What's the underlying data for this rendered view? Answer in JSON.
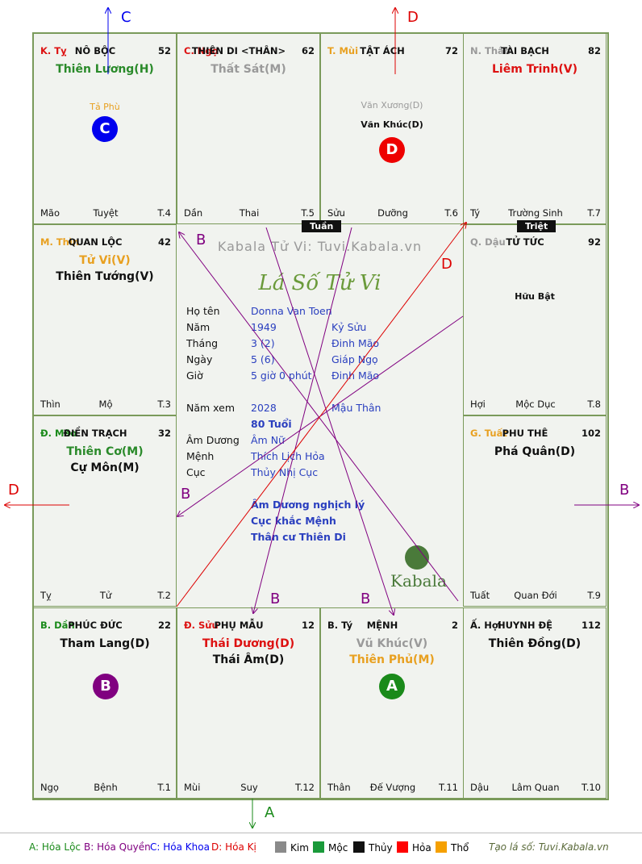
{
  "palaces": [
    {
      "key": "ty",
      "can": "K. Tỵ",
      "name": "NÔ BỘC",
      "num": "52",
      "stars": [
        {
          "t": "Thiên Lương(H)",
          "c": "#2a8a2a"
        }
      ],
      "minor": [
        {
          "t": "Tả Phù",
          "c": "#e8a020"
        }
      ],
      "ftr_l": "Mão",
      "ftr_c": "Tuyệt",
      "ftr_r": "T.4"
    },
    {
      "key": "ngo",
      "can": "C. Ngọ",
      "name": "THIÊN DI <THÂN>",
      "num": "62",
      "stars": [
        {
          "t": "Thất Sát(M)",
          "c": "#9a9a9a"
        }
      ],
      "minor": [],
      "ftr_l": "Dần",
      "ftr_c": "Thai",
      "ftr_r": "T.5"
    },
    {
      "key": "mui",
      "can": "T. Mùi",
      "name": "TẬT ÁCH",
      "num": "72",
      "stars": [],
      "minor": [
        {
          "t": "Văn Xương(D)",
          "c": "#9a9a9a"
        },
        {
          "t": "Văn Khúc(D)",
          "c": "#111111"
        }
      ],
      "ftr_l": "Sửu",
      "ftr_c": "Dưỡng",
      "ftr_r": "T.6"
    },
    {
      "key": "than",
      "can": "N. Thân",
      "name": "TÀI BẠCH",
      "num": "82",
      "stars": [
        {
          "t": "Liêm Trinh(V)",
          "c": "#dd1111"
        }
      ],
      "minor": [],
      "ftr_l": "Tý",
      "ftr_c": "Trường Sinh",
      "ftr_r": "T.7"
    },
    {
      "key": "dau",
      "can": "Q. Dậu",
      "name": "TỬ TỨC",
      "num": "92",
      "stars": [],
      "minor": [
        {
          "t": "Hữu Bật",
          "c": "#111111"
        }
      ],
      "ftr_l": "Hợi",
      "ftr_c": "Mộc Dục",
      "ftr_r": "T.8"
    },
    {
      "key": "tuat",
      "can": "G. Tuất",
      "name": "PHU THÊ",
      "num": "102",
      "stars": [
        {
          "t": "Phá Quân(D)",
          "c": "#111111"
        }
      ],
      "minor": [],
      "ftr_l": "Tuất",
      "ftr_c": "Quan Đới",
      "ftr_r": "T.9"
    },
    {
      "key": "hoi",
      "can": "Ấ. Hợi",
      "name": "HUYNH ĐỆ",
      "num": "112",
      "stars": [
        {
          "t": "Thiên Đồng(D)",
          "c": "#111111"
        }
      ],
      "minor": [],
      "ftr_l": "Dậu",
      "ftr_c": "Lâm Quan",
      "ftr_r": "T.10"
    },
    {
      "key": "tyrat",
      "can": "B. Tý",
      "name": "MỆNH",
      "num": "2",
      "stars": [
        {
          "t": "Vũ Khúc(V)",
          "c": "#9a9a9a"
        },
        {
          "t": "Thiên Phủ(M)",
          "c": "#e8a020"
        }
      ],
      "minor": [],
      "ftr_l": "Thân",
      "ftr_c": "Đế Vượng",
      "ftr_r": "T.11"
    },
    {
      "key": "suu",
      "can": "Đ. Sửu",
      "name": "PHỤ MẪU",
      "num": "12",
      "stars": [
        {
          "t": "Thái Dương(D)",
          "c": "#dd1111"
        },
        {
          "t": "Thái Âm(D)",
          "c": "#111111"
        }
      ],
      "minor": [],
      "ftr_l": "Mùi",
      "ftr_c": "Suy",
      "ftr_r": "T.12"
    },
    {
      "key": "dan",
      "can": "B. Dần",
      "name": "PHÚC ĐỨC",
      "num": "22",
      "stars": [
        {
          "t": "Tham Lang(D)",
          "c": "#111111"
        }
      ],
      "minor": [],
      "ftr_l": "Ngọ",
      "ftr_c": "Bệnh",
      "ftr_r": "T.1"
    },
    {
      "key": "mao",
      "can": "Đ. Mão",
      "name": "ĐIỀN TRẠCH",
      "num": "32",
      "stars": [
        {
          "t": "Thiên Cơ(M)",
          "c": "#2a8a2a"
        },
        {
          "t": "Cự Môn(M)",
          "c": "#111111"
        }
      ],
      "minor": [],
      "ftr_l": "Tỵ",
      "ftr_c": "Tử",
      "ftr_r": "T.2"
    },
    {
      "key": "thin",
      "can": "M. Thìn",
      "name": "QUAN LỘC",
      "num": "42",
      "stars": [
        {
          "t": "Tử Vi(V)",
          "c": "#e8a020"
        },
        {
          "t": "Thiên Tướng(V)",
          "c": "#111111"
        }
      ],
      "minor": [],
      "ftr_l": "Thìn",
      "ftr_c": "Mộ",
      "ftr_r": "T.3"
    }
  ],
  "center": {
    "watermark": "Kabala Tử Vi: Tuvi.Kabala.vn",
    "title": "Lá Số Tử Vi",
    "ho_ten_lbl": "Họ tên",
    "ho_ten": "Donna Van Toen",
    "nam_lbl": "Năm",
    "nam": "1949",
    "nam_cc": "Kỷ Sửu",
    "thang_lbl": "Tháng",
    "thang": "3  (2)",
    "thang_cc": "Đinh Mão",
    "ngay_lbl": "Ngày",
    "ngay": "5  (6)",
    "ngay_cc": "Giáp Ngọ",
    "gio_lbl": "Giờ",
    "gio": "5 giờ 0 phút",
    "gio_cc": "Đinh Mão",
    "namxem_lbl": "Năm xem",
    "namxem": "2028",
    "namxem_cc": "Mậu Thân",
    "tuoi": "80 Tuổi",
    "amduong_lbl": "Âm Dương",
    "amduong": "Âm Nữ",
    "menh_lbl": "Mệnh",
    "menh": "Thích Lịch Hỏa",
    "cuc_lbl": "Cục",
    "cuc": "Thủy Nhị Cục",
    "note1": "Âm Dương nghịch lý",
    "note2": "Cục khắc Mệnh",
    "note3": "Thân cư Thiên Di",
    "logo": "Kabala"
  },
  "tags": {
    "tuan": "Tuần",
    "triet": "Triệt"
  },
  "badges": {
    "A": "A",
    "B": "B",
    "C": "C",
    "D": "D"
  },
  "arrow_labels": {
    "C": "C",
    "D": "D",
    "B": "B",
    "A": "A"
  },
  "legend": {
    "a": "A: Hóa Lộc",
    "b": "B: Hóa Quyền",
    "c": "C: Hóa Khoa",
    "d": "D: Hóa Kị",
    "kim": "Kim",
    "moc": "Mộc",
    "thuy": "Thủy",
    "hoa": "Hỏa",
    "tho": "Thổ",
    "site": "Tạo lá số: Tuvi.Kabala.vn",
    "colors": {
      "kim": "#8a8a8a",
      "moc": "#1a9a3a",
      "thuy": "#111111",
      "hoa": "#ff0000",
      "tho": "#f5a000"
    }
  }
}
